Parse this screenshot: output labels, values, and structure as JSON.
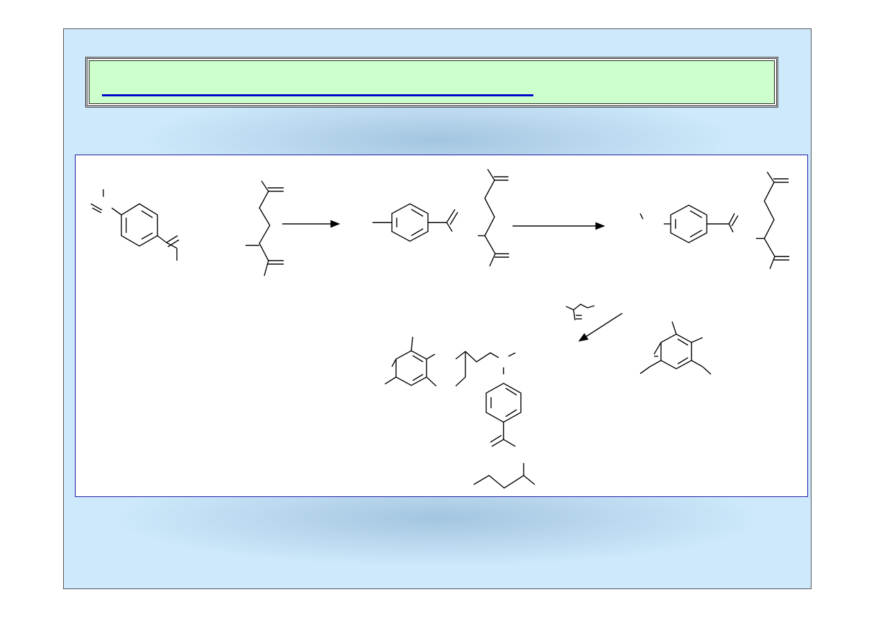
{
  "slide": {
    "title": "",
    "accent_color": "#0000cc",
    "title_background": "#ccffcc",
    "slide_background": "#cde9fb"
  },
  "scheme": {
    "reaction_arrows": 3,
    "arrow_directions": [
      "right",
      "right",
      "down-left"
    ]
  }
}
